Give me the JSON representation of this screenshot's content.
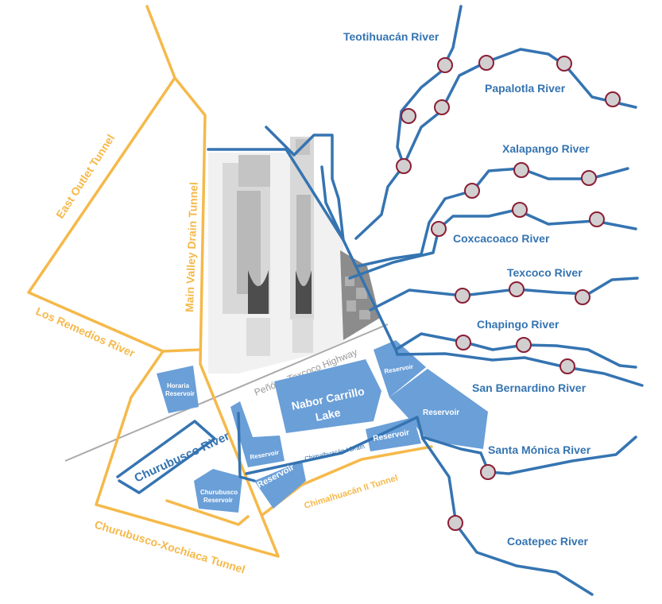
{
  "rivers": {
    "teotihuacan": "Teotihuacán River",
    "papalotla": "Papalotla River",
    "xalapango": "Xalapango River",
    "coxcacoaco": "Coxcacoaco River",
    "texcoco": "Texcoco River",
    "chapingo": "Chapingo River",
    "san_bernardino": "San Bernardino River",
    "santa_monica": "Santa Mónica River",
    "coatepec": "Coatepec River",
    "churubusco": "Churubusco River",
    "los_remedios": "Los Remedios River"
  },
  "tunnels": {
    "east_outlet": "East Outlet Tunnel",
    "main_valley": "Main Valley Drain Tunnel",
    "churubusco_xochiaca": "Churubusco-Xochiaca Tunnel",
    "chimalhuacan_ii": "Chimalhuacán II Tunnel"
  },
  "drains": {
    "chimalhuacan_i": "Chimalhuacán I Drain"
  },
  "highway": "Peñón - Texcoco Highway",
  "lake": {
    "line1": "Nabor Carrillo",
    "line2": "Lake"
  },
  "reservoirs": {
    "horaria_1": "Horaria",
    "horaria_2": "Reservoir",
    "churubusco_1": "Churubusco",
    "churubusco_2": "Reservoir",
    "generic": "Reservoir"
  },
  "colors": {
    "river": "#3574b1",
    "tunnel": "#f5b94a",
    "reservoir": "#6a9fd8",
    "dam_fill": "#d2cfd0",
    "dam_stroke": "#8a1e35",
    "highway": "#999999"
  }
}
